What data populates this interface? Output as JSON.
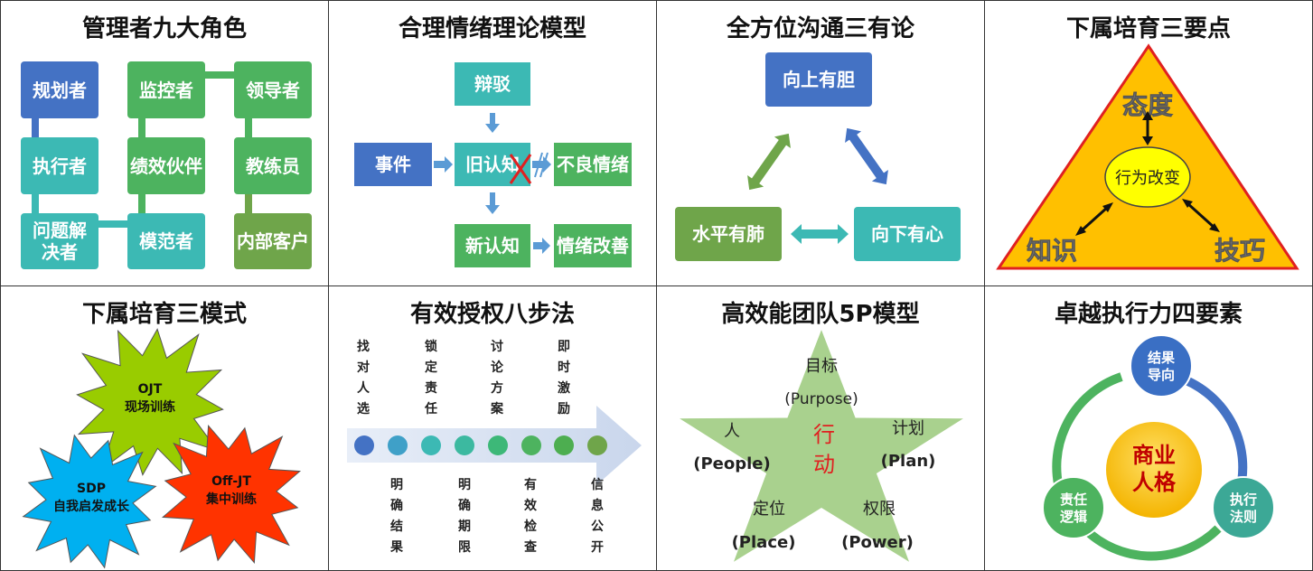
{
  "colors": {
    "blue": "#4472C4",
    "teal": "#3CB9B4",
    "green": "#4DB35F",
    "olive": "#6FA54A",
    "lightblue": "#5B9BD5",
    "red": "#E02020"
  },
  "panel1": {
    "title": "管理者九大角色",
    "roles": [
      "规划者",
      "监控者",
      "领导者",
      "执行者",
      "绩效伙伴",
      "教练员",
      "问题解决者",
      "模范者",
      "内部客户"
    ]
  },
  "panel2": {
    "title": "合理情绪理论模型",
    "rebut": "辩驳",
    "event": "事件",
    "old": "旧认知",
    "bad": "不良情绪",
    "new": "新认知",
    "better": "情绪改善"
  },
  "panel3": {
    "title": "全方位沟通三有论",
    "up": "向上有胆",
    "level": "水平有肺",
    "down": "向下有心"
  },
  "panel4": {
    "title": "下属培育三要点",
    "attitude": "态度",
    "knowledge": "知识",
    "skill": "技巧",
    "center": "行为改变"
  },
  "panel5": {
    "title": "下属培育三模式",
    "ojt_1": "OJT",
    "ojt_2": "现场训练",
    "sdp_1": "SDP",
    "sdp_2": "自我启发成长",
    "off_1": "Off-JT",
    "off_2": "集中训练"
  },
  "panel6": {
    "title": "有效授权八步法",
    "top": [
      "找对人选",
      "锁定责任",
      "讨论方案",
      "即时激励"
    ],
    "bottom": [
      "明确结果",
      "明确期限",
      "有效检查",
      "信息公开"
    ]
  },
  "panel7": {
    "title": "高效能团队5P模型",
    "purpose_cn": "目标",
    "purpose_en": "(Purpose)",
    "people_cn": "人",
    "people_en": "(People)",
    "plan_cn": "计划",
    "plan_en": "(Plan)",
    "place_cn": "定位",
    "place_en": "(Place)",
    "power_cn": "权限",
    "power_en": "(Power)",
    "center_1": "行",
    "center_2": "动"
  },
  "panel8": {
    "title": "卓越执行力四要素",
    "result_1": "结果",
    "result_2": "导向",
    "resp_1": "责任",
    "resp_2": "逻辑",
    "exec_1": "执行",
    "exec_2": "法则",
    "center_1": "商业",
    "center_2": "人格"
  }
}
